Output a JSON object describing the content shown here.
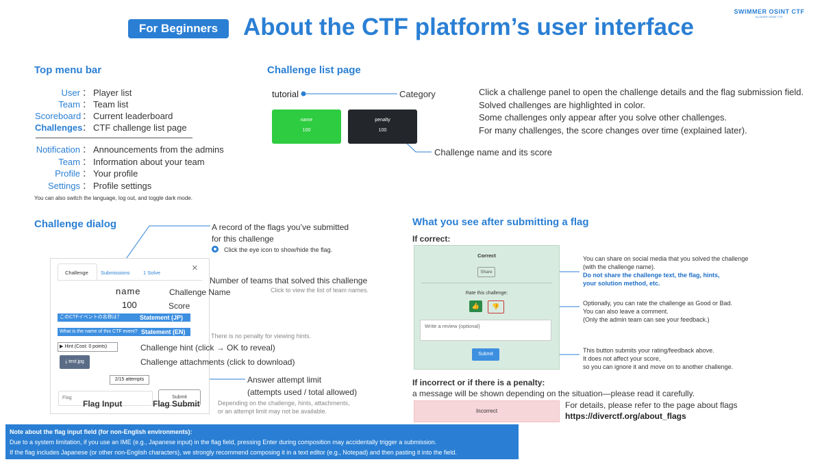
{
  "header": {
    "pill": "For Beginners",
    "title": "About the CTF platform’s user interface",
    "brand_main": "SWIMMER OSINT CTF",
    "brand_sub": "by DIVER OSINT CTF"
  },
  "top_menu": {
    "heading": "Top menu bar",
    "group1": [
      {
        "key": "User",
        "desc": "Player list"
      },
      {
        "key": "Team",
        "desc": "Team list"
      },
      {
        "key": "Scoreboard",
        "desc": "Current leaderboard"
      },
      {
        "key": "Challenges",
        "desc": "CTF challenge list page"
      }
    ],
    "group2": [
      {
        "key": "Notification",
        "desc": "Announcements from the admins"
      },
      {
        "key": "Team",
        "desc": "Information about your team"
      },
      {
        "key": "Profile",
        "desc": "Your profile"
      },
      {
        "key": "Settings",
        "desc": "Profile settings"
      }
    ],
    "separator": "：",
    "footnote": "You can also switch the language, log out, and toggle dark mode."
  },
  "challenge_list": {
    "heading": "Challenge list page",
    "category_name": "tutorial",
    "category_label": "Category",
    "cards": [
      {
        "name": "name",
        "score": "100",
        "color": "#2ecc40"
      },
      {
        "name": "penalty",
        "score": "100",
        "color": "#23272b"
      }
    ],
    "card_label": "Challenge name and its score",
    "notes": [
      "Click a challenge panel to open the challenge details and the flag submission field.",
      "Solved challenges are highlighted in color.",
      "Some challenges only appear after you solve other challenges.",
      "For many challenges, the score changes over time (explained later)."
    ]
  },
  "dialog_section": {
    "heading": "Challenge dialog",
    "tabs": {
      "challenge": "Challenge",
      "submissions": "Submissions",
      "solves": "1 Solve"
    },
    "close": "×",
    "name": "name",
    "score": "100",
    "statement_jp": "このCTFイベントの名称は？",
    "statement_jp_label": "Statement (JP)",
    "statement_en": "What is the name of this CTF event?",
    "statement_en_label": "Statement (EN)",
    "hint": "▶ Hint (Cost: 0 points)",
    "attachment": "test.jpg",
    "attempts": "2/15 attempts",
    "flag_placeholder": "Flag",
    "submit": "Submit",
    "flag_input_label": "Flag Input",
    "flag_submit_label": "Flag Submit",
    "ann_record1": "A record of the flags you’ve submitted",
    "ann_record2": "for this challenge",
    "ann_eye": "Click the eye icon to show/hide the flag.",
    "ann_solves": "Number of teams that solved this challenge",
    "ann_solves_sub": "Click to view the list of team names.",
    "ann_name": "Challenge Name",
    "ann_score": "Score",
    "ann_nopenalty": "There is no penalty for viewing hints.",
    "ann_hint": "Challenge hint (click → OK to reveal)",
    "ann_attach": "Challenge attachments (click to download)",
    "ann_limit1": "Answer attempt limit",
    "ann_limit2": "(attempts used / total allowed)",
    "ann_depend1": "Depending on the challenge, hints, attachments,",
    "ann_depend2": "or an attempt limit may not be available."
  },
  "after_submit": {
    "heading": "What you see after submitting a flag",
    "if_correct": "If correct:",
    "correct": "Correct",
    "share": "Share",
    "rate": "Rate this challenge:",
    "review_placeholder": "Write a review (optional)",
    "submit": "Submit",
    "share_note1": "You can share on social media that you solved the challenge",
    "share_note2": "(with the challenge name).",
    "share_warn1": "Do not share the challenge text, the flag, hints,",
    "share_warn2": "your solution method, etc.",
    "rate_note1": "Optionally, you can rate the challenge as Good or Bad.",
    "rate_note2": "You can also leave a comment.",
    "rate_note3": "(Only the admin team can see your feedback.)",
    "submit_note1": "This button submits your rating/feedback above.",
    "submit_note2": "It does not affect your score,",
    "submit_note3": "so you can ignore it and move on to another challenge.",
    "if_incorrect": "If incorrect or if there is a penalty:",
    "incorrect_desc": "a message will be shown depending on the situation—please read it carefully.",
    "incorrect": "Incorrect",
    "details": "For details, please refer to the page about flags",
    "url": "https://diverctf.org/about_flags"
  },
  "note": {
    "title": "Note about the flag input field (for non-English environments):",
    "line1": "Due to a system limitation, if you use an IME (e.g., Japanese input) in the flag field, pressing Enter during composition may accidentally trigger a submission.",
    "line2": "If the flag includes Japanese (or other non-English characters), we strongly recommend composing it in a text editor (e.g., Notepad) and then pasting it into the field."
  },
  "colors": {
    "accent": "#2a7fd4",
    "green": "#2ecc40",
    "dark": "#23272b"
  }
}
